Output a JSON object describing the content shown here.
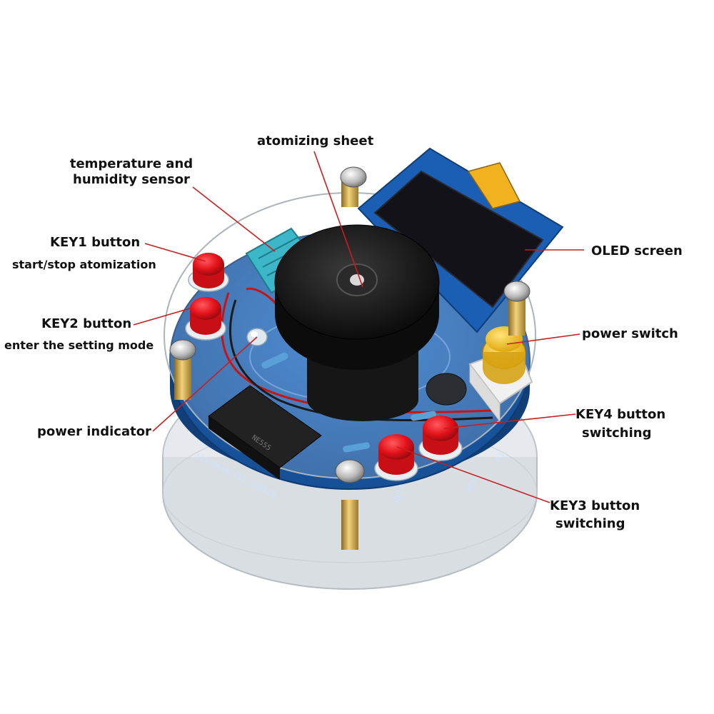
{
  "labels": {
    "atomizing_sheet": "atomizing sheet",
    "temp_humidity_line1": "temperature and",
    "temp_humidity_line2": "humidity sensor",
    "key1_title": "KEY1 button",
    "key1_desc": "start/stop atomization",
    "key2_title": "KEY2 button",
    "key2_desc": "enter the setting mode",
    "power_indicator": "power indicator",
    "oled_screen": "OLED screen",
    "power_switch": "power switch",
    "key4_line1": "KEY4 button",
    "key4_line2": "switching",
    "key3_line1": "KEY3 button",
    "key3_line2": "switching"
  },
  "silkscreen": {
    "board_id": "1157564A_Y52_240925",
    "key3": "KEY3",
    "key4": "KEY4",
    "p3": "P3",
    "chip": "NE555"
  },
  "colors": {
    "pcb_blue": "#1b5fb0",
    "leader_red": "#c81e1e",
    "button_red": "#e3121a",
    "switch_yellow": "#f2c21b"
  }
}
